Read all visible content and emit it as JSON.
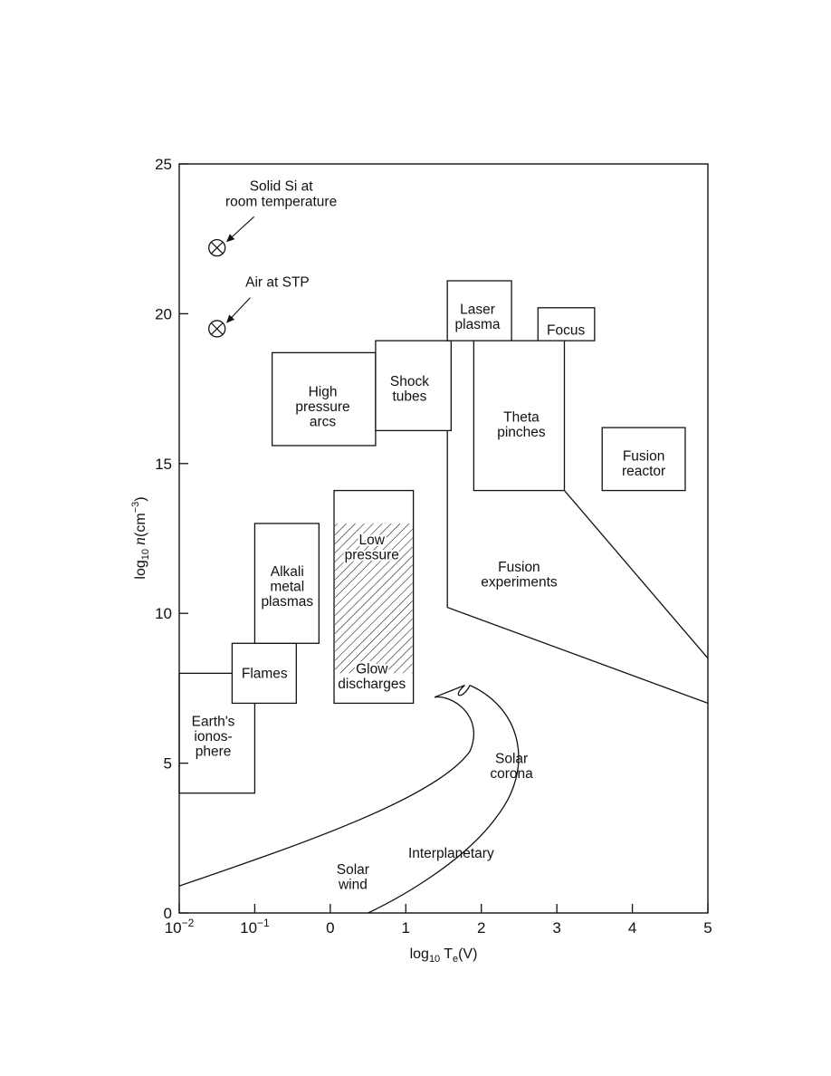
{
  "chart_data": {
    "type": "region-map",
    "x_axis": {
      "label_prefix": "log",
      "label_sub": "10",
      "label_main": "T",
      "label_msub": "e",
      "label_suffix": "(V)",
      "range": [
        -2,
        5
      ],
      "ticks": [
        {
          "v": -2,
          "base": "10",
          "exp": "−2"
        },
        {
          "v": -1,
          "base": "10",
          "exp": "−1"
        },
        {
          "v": 0,
          "text": "0"
        },
        {
          "v": 1,
          "text": "1"
        },
        {
          "v": 2,
          "text": "2"
        },
        {
          "v": 3,
          "text": "3"
        },
        {
          "v": 4,
          "text": "4"
        },
        {
          "v": 5,
          "text": "5"
        }
      ]
    },
    "y_axis": {
      "label_prefix": "log",
      "label_sub": "10",
      "label_var": "n",
      "label_unit": "(cm",
      "label_exp": "−3",
      "label_close": ")",
      "range": [
        0,
        25
      ],
      "ticks": [
        0,
        5,
        10,
        15,
        20,
        25
      ]
    },
    "regions": [
      {
        "name": "Earth's ionosphere",
        "lines": [
          "Earth's",
          "ionos-",
          "phere"
        ],
        "x": [
          -2,
          -1
        ],
        "y": [
          4,
          8
        ],
        "label_at": [
          -1.55,
          5.9
        ]
      },
      {
        "name": "Flames",
        "lines": [
          "Flames"
        ],
        "x": [
          -1.3,
          -0.45
        ],
        "y": [
          7,
          9
        ],
        "label_at": [
          -0.87,
          8.0
        ]
      },
      {
        "name": "Alkali metal plasmas",
        "lines": [
          "Alkali",
          "metal",
          "plasmas"
        ],
        "x": [
          -1,
          -0.15
        ],
        "y": [
          9,
          13
        ],
        "label_at": [
          -0.57,
          10.9
        ]
      },
      {
        "name": "High pressure arcs",
        "lines": [
          "High",
          "pressure",
          "arcs"
        ],
        "x": [
          -0.77,
          0.6
        ],
        "y": [
          15.6,
          18.7
        ],
        "label_at": [
          -0.1,
          16.9
        ]
      },
      {
        "name": "Shock tubes",
        "lines": [
          "Shock",
          "tubes"
        ],
        "x": [
          0.6,
          1.6
        ],
        "y": [
          16.1,
          19.1
        ],
        "label_at": [
          1.05,
          17.5
        ]
      },
      {
        "name": "Laser plasma",
        "lines": [
          "Laser",
          "plasma"
        ],
        "x": [
          1.55,
          2.4
        ],
        "y": [
          19.1,
          21.1
        ],
        "label_at": [
          1.95,
          19.9
        ]
      },
      {
        "name": "Focus",
        "lines": [
          "Focus"
        ],
        "x": [
          2.75,
          3.5
        ],
        "y": [
          19.1,
          20.2
        ],
        "label_at": [
          3.12,
          19.45
        ]
      },
      {
        "name": "Theta pinches",
        "lines": [
          "Theta",
          "pinches"
        ],
        "x": [
          1.9,
          3.1
        ],
        "y": [
          14.1,
          19.1
        ],
        "label_at": [
          2.53,
          16.3
        ]
      },
      {
        "name": "Fusion reactor",
        "lines": [
          "Fusion",
          "reactor"
        ],
        "x": [
          3.6,
          4.7
        ],
        "y": [
          14.1,
          16.2
        ],
        "label_at": [
          4.15,
          15.0
        ]
      },
      {
        "name": "Low pressure glow discharges",
        "lines": [
          "Low",
          "pressure"
        ],
        "x": [
          0.05,
          1.1
        ],
        "y": [
          7,
          14.1
        ],
        "label_at": [
          0.55,
          12.2
        ],
        "hatch_y": [
          8,
          13
        ]
      },
      {
        "name": "Glow discharges",
        "lines": [
          "Glow",
          "discharges"
        ],
        "label_at": [
          0.55,
          7.9
        ]
      },
      {
        "name": "Fusion experiments",
        "lines": [
          "Fusion",
          "experiments"
        ],
        "label_at": [
          2.5,
          11.3
        ]
      },
      {
        "name": "Solar corona",
        "lines": [
          "Solar",
          "corona"
        ],
        "label_at": [
          2.4,
          4.9
        ]
      },
      {
        "name": "Interplanetary",
        "lines": [
          "Interplanetary"
        ],
        "label_at": [
          1.6,
          2.0
        ]
      },
      {
        "name": "Solar wind",
        "lines": [
          "Solar",
          "wind"
        ],
        "label_at": [
          0.3,
          1.2
        ]
      }
    ],
    "points": [
      {
        "name": "Solid Si at room temperature",
        "lines": [
          "Solid Si at",
          "room temperature"
        ],
        "x": -1.5,
        "y": 22.2,
        "label_at": [
          -0.65,
          23.6
        ]
      },
      {
        "name": "Air at STP",
        "lines": [
          "Air at STP"
        ],
        "x": -1.5,
        "y": 19.5,
        "label_at": [
          -0.7,
          20.9
        ]
      }
    ]
  }
}
